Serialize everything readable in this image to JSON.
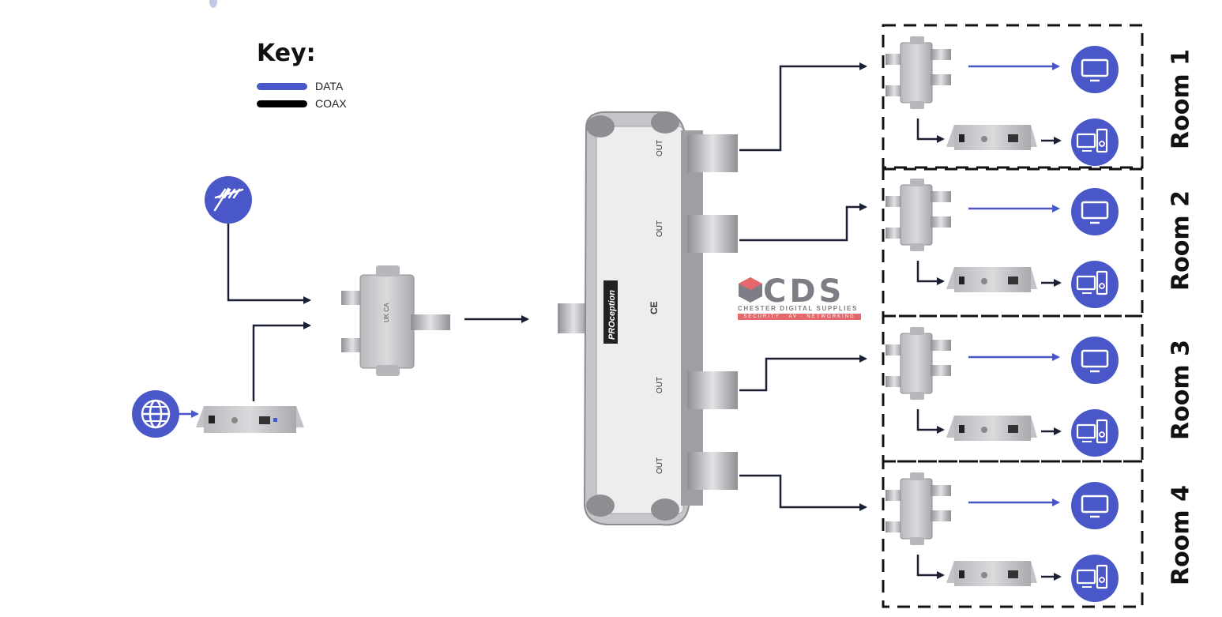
{
  "key": {
    "title": "Key:",
    "items": [
      {
        "label": "DATA",
        "color": "#4a57c8"
      },
      {
        "label": "COAX",
        "color": "#000000"
      }
    ]
  },
  "splitter": {
    "port_label": "OUT",
    "brand": "PROception",
    "mark": "CE"
  },
  "rooms": [
    {
      "label": "Room 1"
    },
    {
      "label": "Room 2"
    },
    {
      "label": "Room 3"
    },
    {
      "label": "Room 4"
    }
  ],
  "watermark": {
    "title": "CDS",
    "subtitle": "CHESTER DIGITAL SUPPLIES",
    "tagline": "SECURITY · AV · NETWORKING"
  },
  "colors": {
    "data": "#4a57c8",
    "coax": "#1b1f33",
    "icon_fill": "#4a57c8",
    "metal": "#c9cacd",
    "box": "#d6d7d9"
  },
  "icons": {
    "antenna": "antenna-icon",
    "internet": "globe-icon",
    "tv": "tv-icon",
    "computer": "computer-icon"
  }
}
